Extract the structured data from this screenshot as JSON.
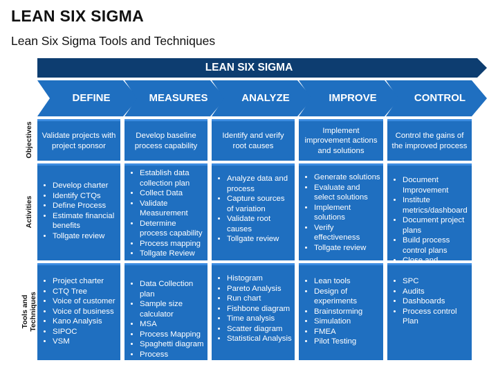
{
  "title": "LEAN SIX SIGMA",
  "subtitle": "Lean Six Sigma  Tools and Techniques",
  "banner": "LEAN SIX SIGMA",
  "colors": {
    "primary": "#1f6fc0",
    "dark": "#0d3d70",
    "accent": "#3b8be0"
  },
  "phases": [
    "DEFINE",
    "MEASURES",
    "ANALYZE",
    "IMPROVE",
    "CONTROL"
  ],
  "row_labels": {
    "objectives": "Objectives",
    "activities": "Activities",
    "tools_line1": "Tools and",
    "tools_line2": "Techniques"
  },
  "objectives": [
    "Validate projects with project sponsor",
    "Develop baseline process capability",
    "Identify and verify root causes",
    "Implement improvement actions and solutions",
    "Control the gains of the improved process"
  ],
  "activities": [
    [
      "Develop charter",
      "Identify CTQs",
      "Define Process",
      "Estimate financial benefits",
      "Tollgate review"
    ],
    [
      "Establish data collection plan",
      "Collect Data",
      "Validate Measurement",
      "Determine process capability",
      "Process mapping",
      "Tollgate Review"
    ],
    [
      "Analyze data and process",
      "Capture sources of variation",
      "Validate root causes",
      "Tollgate review"
    ],
    [
      "Generate solutions",
      "Evaluate and select solutions",
      "Implement solutions",
      "Verify effectiveness",
      "Tollgate review"
    ],
    [
      "Document Improvement",
      "Institute metrics/dashboard",
      "Document project plans",
      "Build process control plans",
      "Close  and recognize"
    ]
  ],
  "tools": [
    [
      "Project charter",
      "CTQ Tree",
      "Voice of customer",
      "Voice of business",
      "Kano Analysis",
      "SIPOC",
      "VSM"
    ],
    [
      "Data Collection plan",
      "Sample size calculator",
      "MSA",
      "Process Mapping",
      "Spaghetti diagram",
      "Process Capability"
    ],
    [
      "Histogram",
      "Pareto Analysis",
      "Run chart",
      "Fishbone diagram",
      "Time analysis",
      "Scatter  diagram",
      "Statistical Analysis"
    ],
    [
      "Lean tools",
      "Design of experiments",
      "Brainstorming",
      "Simulation",
      "FMEA",
      "Pilot Testing"
    ],
    [
      "SPC",
      "Audits",
      "Dashboards",
      "Process control Plan"
    ]
  ]
}
